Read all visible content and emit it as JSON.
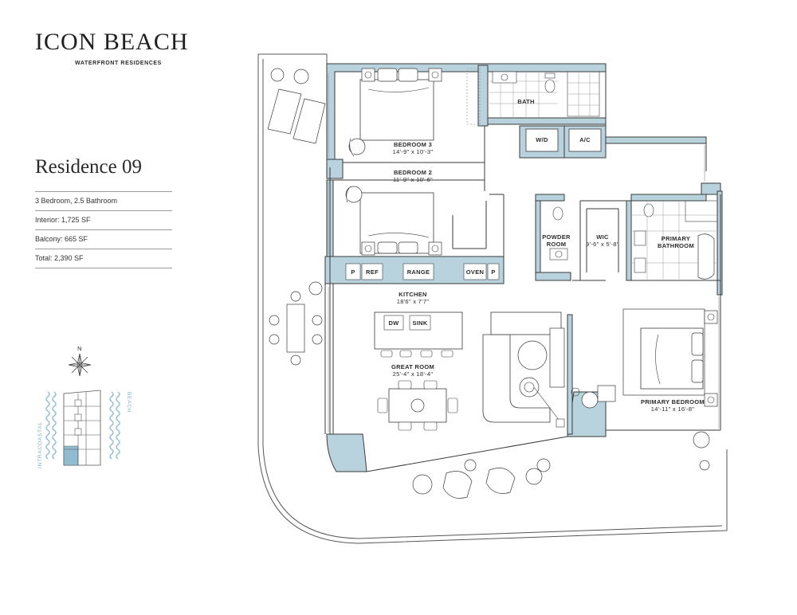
{
  "brand": {
    "title": "ICON BEACH",
    "subtitle": "WATERFRONT RESIDENCES"
  },
  "residence": {
    "title": "Residence 09",
    "specs": [
      "3 Bedroom, 2.5 Bathroom",
      "Interior: 1,725 SF",
      "Balcony: 665 SF",
      "Total: 2,390 SF"
    ]
  },
  "compass": {
    "north": "N"
  },
  "keyplan": {
    "left_label": "INTRACOASTAL",
    "right_label": "BEACH"
  },
  "rooms": {
    "bedroom3": {
      "name": "BEDROOM 3",
      "size": "14'-9\" x 10'-3\""
    },
    "bedroom2": {
      "name": "BEDROOM 2",
      "size": "11'-9\" x 10'-6\""
    },
    "bath": "BATH",
    "wd": "W/D",
    "ac": "A/C",
    "powder": [
      "POWDER",
      "ROOM"
    ],
    "wic": {
      "name": "WIC",
      "size": "9'-6\" x 5'-8\""
    },
    "primary_bathroom": [
      "PRIMARY",
      "BATHROOM"
    ],
    "kitchen": {
      "name": "KITCHEN",
      "size": "18'6\" x 7'7\""
    },
    "kitchen_labels": {
      "p_left": "P",
      "ref": "REF",
      "range": "RANGE",
      "oven": "OVEN",
      "p_right": "P",
      "dw": "DW",
      "sink": "SINK"
    },
    "great_room": {
      "name": "GREAT ROOM",
      "size": "25'-4\" x 18'-4\""
    },
    "primary_bedroom": {
      "name": "PRIMARY BEDROOM",
      "size": "14'-11\" x 16'-8\""
    }
  },
  "colors": {
    "wall_fill": "#b9d3de",
    "line": "#3a3a3a",
    "water": "#8fbcd1"
  }
}
